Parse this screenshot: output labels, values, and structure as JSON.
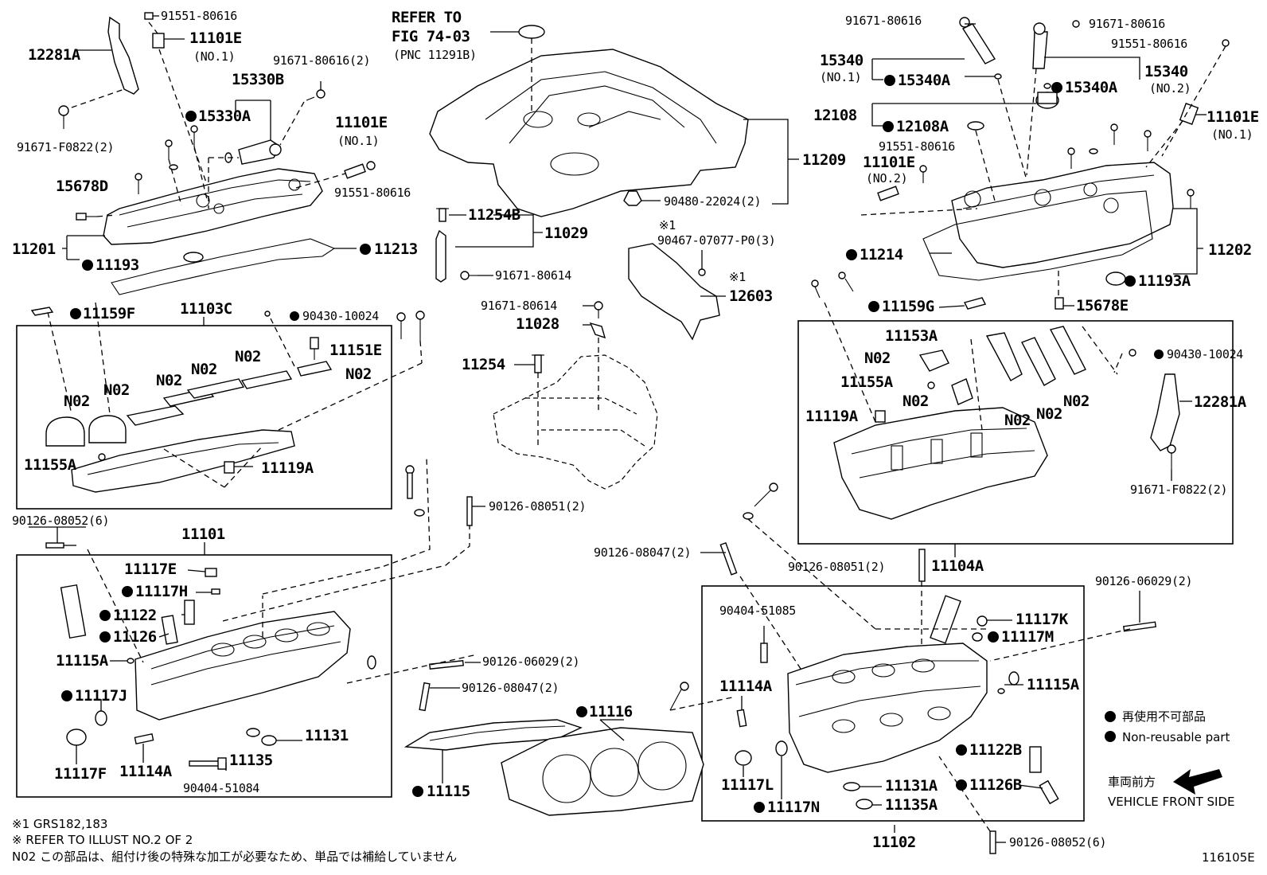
{
  "diagram_code": "116105E",
  "refer_note": [
    "REFER TO",
    "FIG 74-03",
    "(PNC 11291B)"
  ],
  "labels": {
    "p12281A_l": "12281A",
    "p91551_a": "91551-80616",
    "p11101E_a": "11101E",
    "no1_a": "(NO.1)",
    "p15330B": "15330B",
    "p15330A": "15330A",
    "p91671_2a": "91671-80616(2)",
    "p11101E_b": "11101E",
    "no1_b": "(NO.1)",
    "p91551_b": "91551-80616",
    "p91671F_a": "91671-F0822(2)",
    "p15678D": "15678D",
    "p11201": "11201",
    "p11193": "11193",
    "p11213": "11213",
    "p11159F": "11159F",
    "p11103C": "11103C",
    "p90430_a": "90430-10024",
    "p11151E": "11151E",
    "n02_1": "N02",
    "n02_2": "N02",
    "n02_3": "N02",
    "n02_4": "N02",
    "n02_5": "N02",
    "n02_6": "N02",
    "p11155A_a": "11155A",
    "p11119A_a": "11119A",
    "p90126_08052_a": "90126-08052(6)",
    "p11101": "11101",
    "p11117E": "11117E",
    "p11117H": "11117H",
    "p11122": "11122",
    "p11126": "11126",
    "p11115A_a": "11115A",
    "p11117J": "11117J",
    "p11117F": "11117F",
    "p11114A_a": "11114A",
    "p11135": "11135",
    "p11131": "11131",
    "p90404_51084": "90404-51084",
    "p90126_06029_a": "90126-06029(2)",
    "p90126_08047_a": "90126-08047(2)",
    "p90126_08051_a": "90126-08051(2)",
    "p11115": "11115",
    "p11116": "11116",
    "p11254B": "11254B",
    "p11029": "11029",
    "p91671_80614_a": "91671-80614",
    "p91671_80614_b": "91671-80614",
    "p11028": "11028",
    "p11254": "11254",
    "p11209": "11209",
    "p90480": "90480-22024(2)",
    "p90467": "90467-07077-P0(3)",
    "p12603": "12603",
    "p90126_08047_b": "90126-08047(2)",
    "p90126_08051_b": "90126-08051(2)",
    "p11104A": "11104A",
    "p91671_c": "91671-80616",
    "p91671_d": "91671-80616",
    "p91551_c": "91551-80616",
    "p15340_l": "15340",
    "no1_c": "(NO.1)",
    "p15340A_l": "15340A",
    "p15340A_r": "15340A",
    "p15340_r": "15340",
    "no2_a": "(NO.2)",
    "p12108": "12108",
    "p12108A": "12108A",
    "p91551_d": "91551-80616",
    "p11101E_c": "11101E",
    "no2_b": "(NO.2)",
    "p11101E_d": "11101E",
    "no1_d": "(NO.1)",
    "p11214": "11214",
    "p11202": "11202",
    "p11193A": "11193A",
    "p11159G": "11159G",
    "p15678E": "15678E",
    "p11153A": "11153A",
    "n02_7": "N02",
    "p11155A_b": "11155A",
    "n02_8": "N02",
    "p11119A_b": "11119A",
    "n02_9": "N02",
    "n02_10": "N02",
    "n02_11": "N02",
    "p90430_b": "90430-10024",
    "p12281A_r": "12281A",
    "p91671F_b": "91671-F0822(2)",
    "p90126_06029_b": "90126-06029(2)",
    "p90404_51085": "90404-51085",
    "p11117K": "11117K",
    "p11117M": "11117M",
    "p11114A_b": "11114A",
    "p11115A_b": "11115A",
    "p11122B": "11122B",
    "p11126B": "11126B",
    "p11117L": "11117L",
    "p11131A": "11131A",
    "p11117N": "11117N",
    "p11135A": "11135A",
    "p11102": "11102",
    "p90126_08052_b": "90126-08052(6)",
    "note1_mark": "※1",
    "note1_mark_b": "※1"
  },
  "legend": {
    "non_reusable_jp": "再使用不可部品",
    "non_reusable_en": "Non-reusable part",
    "front_jp": "車両前方",
    "front_en": "VEHICLE FRONT SIDE"
  },
  "footnotes": {
    "note1": "※1 GRS182,183",
    "note2": "※ REFER TO ILLUST NO.2 OF 2",
    "note3": "N02 この部品は、組付け後の特殊な加工が必要なため、単品では補給していません"
  }
}
